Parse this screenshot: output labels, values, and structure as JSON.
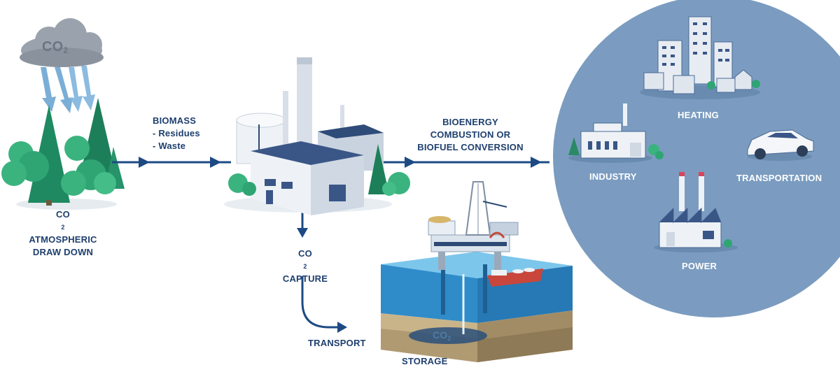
{
  "cloud": {
    "label": "CO",
    "subscript": "2"
  },
  "atmospheric": {
    "co2": "CO",
    "co2_sub": "2",
    "line1": "ATMOSPHERIC",
    "line2": "DRAW DOWN"
  },
  "biomass": {
    "title": "BIOMASS",
    "item1": "- Residues",
    "item2": "- Waste"
  },
  "bioenergy": {
    "line1": "BIOENERGY",
    "line2": "COMBUSTION OR",
    "line3": "BIOFUEL CONVERSION"
  },
  "capture": {
    "co2": "CO",
    "co2_sub": "2",
    "label": "CAPTURE"
  },
  "transport": "TRANSPORT",
  "storage": {
    "label": "STORAGE",
    "co2": "CO",
    "co2_sub": "2"
  },
  "uses": {
    "heating": "HEATING",
    "industry": "INDUSTRY",
    "transportation": "TRANSPORTATION",
    "power": "POWER"
  },
  "colors": {
    "arrow": "#1e4a84",
    "circle": "#7b9cc0",
    "water": "#4aa3d6",
    "tree": "#2a9a73",
    "building": "#dfe6ef"
  }
}
